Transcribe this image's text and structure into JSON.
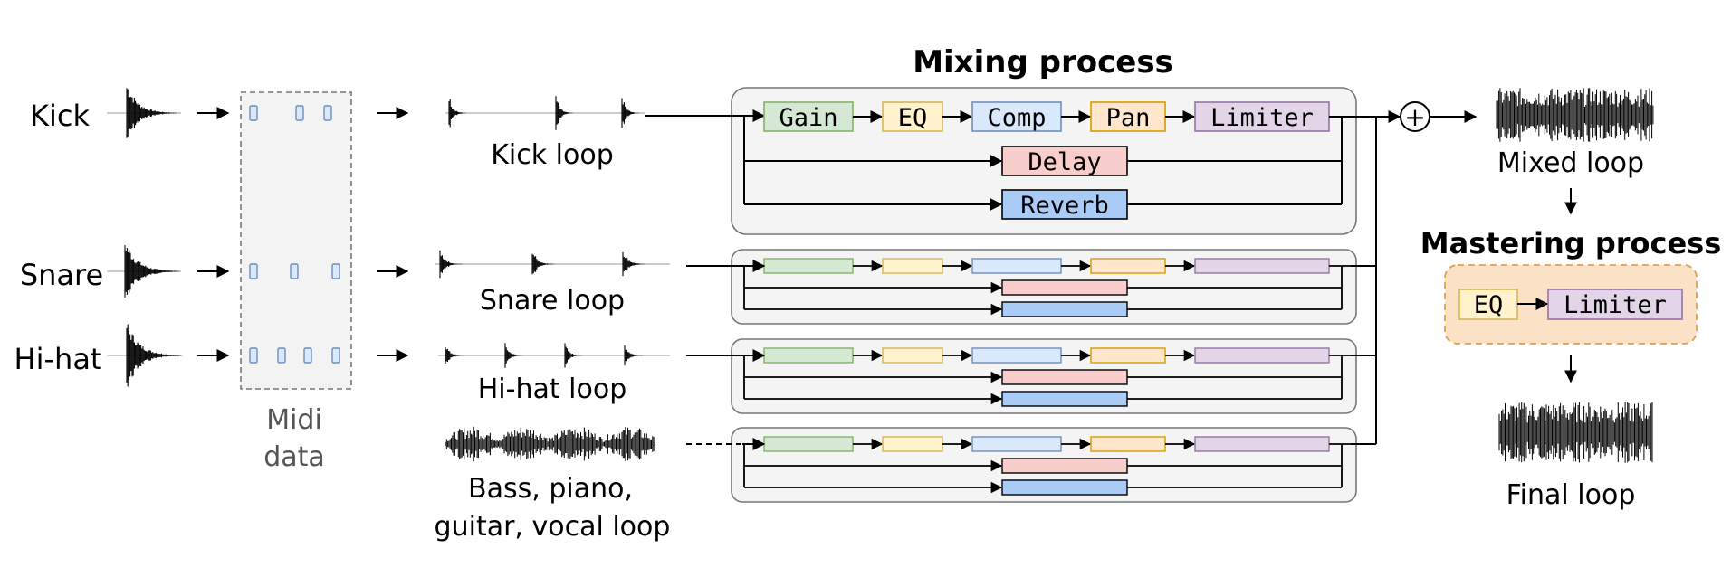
{
  "colors": {
    "gain": "#d5e8d4",
    "gain_stroke": "#82b366",
    "eq": "#fff2cc",
    "eq_stroke": "#d6b656",
    "comp": "#dae8fc",
    "comp_stroke": "#6c8ebf",
    "pan": "#ffe6cc",
    "pan_stroke": "#d79b00",
    "limiter": "#e1d5e7",
    "limiter_stroke": "#9673a6",
    "delay": "#f8cecc",
    "reverb": "#a9cbf5",
    "container": "#f4f4f4",
    "mastering_fill": "#fbe2c7",
    "mastering_stroke": "#e0a050"
  },
  "inputs": {
    "kick": "Kick",
    "snare": "Snare",
    "hihat": "Hi-hat"
  },
  "midi": {
    "line1": "Midi",
    "line2": "data"
  },
  "loops": {
    "kick": "Kick loop",
    "snare": "Snare loop",
    "hihat": "Hi-hat loop",
    "other_line1": "Bass, piano,",
    "other_line2": "guitar, vocal loop"
  },
  "mixing": {
    "title": "Mixing process",
    "gain": "Gain",
    "eq": "EQ",
    "comp": "Comp",
    "pan": "Pan",
    "limiter": "Limiter",
    "delay": "Delay",
    "reverb": "Reverb"
  },
  "sum_symbol": "+",
  "output": {
    "mixed": "Mixed loop",
    "mastering_title": "Mastering process",
    "eq": "EQ",
    "limiter": "Limiter",
    "final": "Final loop"
  }
}
